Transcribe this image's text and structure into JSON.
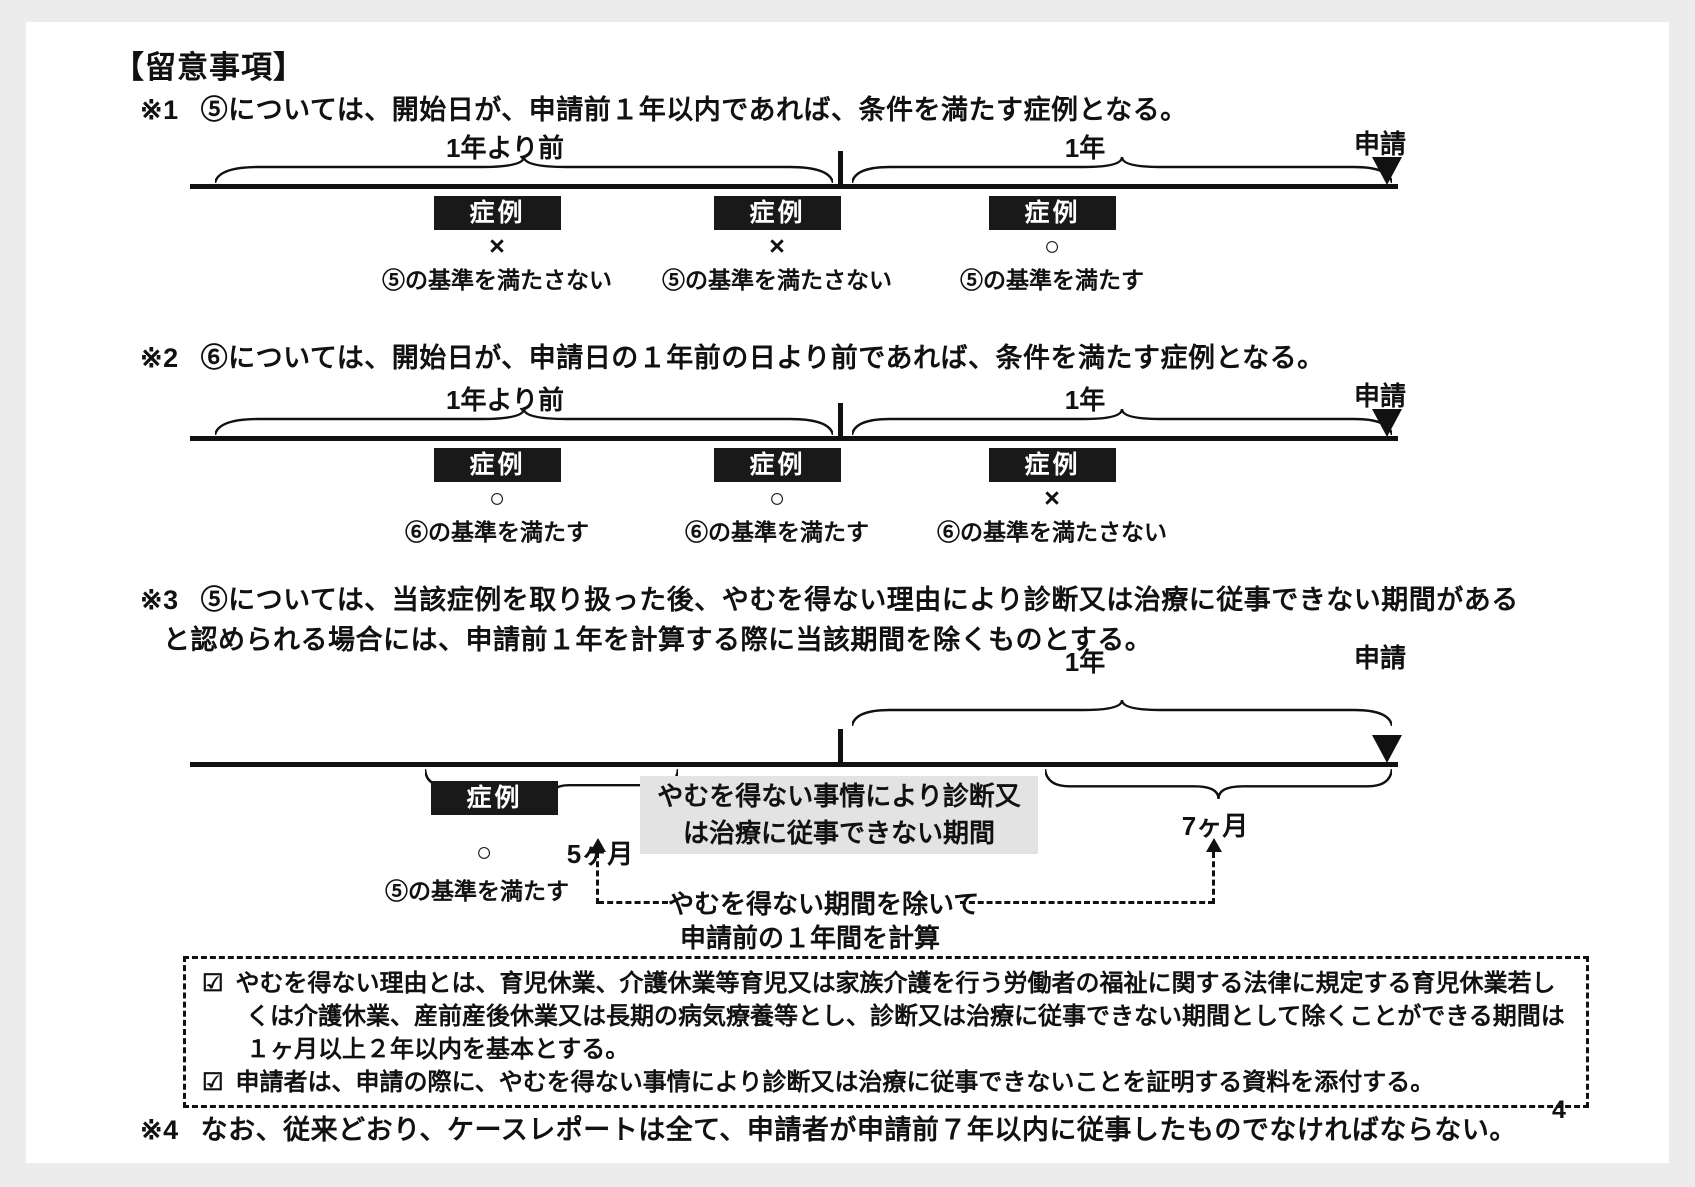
{
  "title": "【留意事項】",
  "note1": {
    "marker": "※1",
    "text": "⑤については、開始日が、申請前１年以内であれば、条件を満たす症例となる。",
    "timeline": {
      "label_before": "1年より前",
      "label_year": "1年",
      "label_apply": "申請",
      "cases": [
        {
          "box": "症例",
          "mark": "×",
          "caption": "⑤の基準を満たさない"
        },
        {
          "box": "症例",
          "mark": "×",
          "caption": "⑤の基準を満たさない"
        },
        {
          "box": "症例",
          "mark": "○",
          "caption": "⑤の基準を満たす"
        }
      ]
    }
  },
  "note2": {
    "marker": "※2",
    "text": "⑥については、開始日が、申請日の１年前の日より前であれば、条件を満たす症例となる。",
    "timeline": {
      "label_before": "1年より前",
      "label_year": "1年",
      "label_apply": "申請",
      "cases": [
        {
          "box": "症例",
          "mark": "○",
          "caption": "⑥の基準を満たす"
        },
        {
          "box": "症例",
          "mark": "○",
          "caption": "⑥の基準を満たす"
        },
        {
          "box": "症例",
          "mark": "×",
          "caption": "⑥の基準を満たさない"
        }
      ]
    }
  },
  "note3": {
    "marker": "※3",
    "text_line1": "⑤については、当該症例を取り扱った後、やむを得ない理由により診断又は治療に従事できない期間がある",
    "text_line2": "と認められる場合には、申請前１年を計算する際に当該期間を除くものとする。",
    "timeline": {
      "label_year": "1年",
      "label_apply": "申請",
      "case_box": "症例",
      "case_mark": "○",
      "case_caption": "⑤の基準を満たす",
      "duration_left": "5ヶ月",
      "duration_right": "7ヶ月",
      "excluded_line1": "やむを得ない事情により診断又",
      "excluded_line2": "は治療に従事できない期間",
      "calc_note_line1": "やむを得ない期間を除いて",
      "calc_note_line2": "申請前の１年間を計算"
    }
  },
  "info_box": {
    "items": [
      {
        "check": "☑",
        "text": "やむを得ない理由とは、育児休業、介護休業等育児又は家族介護を行う労働者の福祉に関する法律に規定する育児休業若しくは介護休業、産前産後休業又は長期の病気療養等とし、診断又は治療に従事できない期間として除くことができる期間は１ヶ月以上２年以内を基本とする。"
      },
      {
        "check": "☑",
        "text": "申請者は、申請の際に、やむを得ない事情により診断又は治療に従事できないことを証明する資料を添付する。"
      }
    ]
  },
  "note4": {
    "marker": "※4",
    "text": "なお、従来どおり、ケースレポートは全て、申請者が申請前７年以内に従事したものでなければならない。"
  },
  "page_number": "4"
}
